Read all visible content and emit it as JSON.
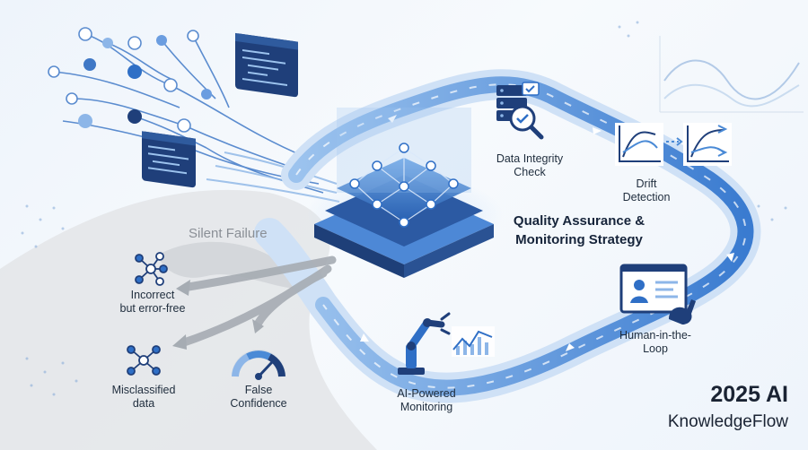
{
  "nodes": {
    "data_integrity": [
      "Data Integrity",
      "Check"
    ],
    "drift": [
      "Drift",
      "Detection"
    ],
    "human_loop": [
      "Human-in-the-",
      "Loop"
    ],
    "ai_monitoring": [
      "AI-Powered",
      "Monitoring"
    ]
  },
  "center_title": [
    "Quality Assurance &",
    "Monitoring Strategy"
  ],
  "failure": {
    "title": "Silent Failure",
    "incorrect": [
      "Incorrect",
      "but error-free"
    ],
    "misclassified": [
      "Misclassified",
      "data"
    ],
    "false_confidence": [
      "False",
      "Confidence"
    ]
  },
  "brand": {
    "year": "2025 AI",
    "name": "KnowledgeFlow"
  },
  "colors": {
    "primary": "#2f6fc6",
    "dark": "#1f3f7a",
    "flow": "#4a8ad6",
    "gray": "#9aa1a8"
  }
}
